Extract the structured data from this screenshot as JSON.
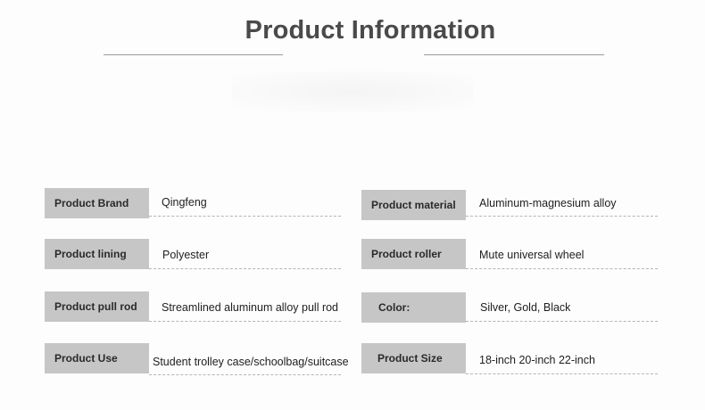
{
  "header": {
    "title": "Product Information"
  },
  "rows": [
    {
      "left": {
        "label": "Product Brand",
        "value": "Qingfeng"
      },
      "right": {
        "label": "Product material",
        "value": "Aluminum-magnesium alloy"
      }
    },
    {
      "left": {
        "label": "Product lining",
        "value": "Polyester"
      },
      "right": {
        "label": "Product roller",
        "value": "Mute universal wheel"
      }
    },
    {
      "left": {
        "label": "Product pull rod",
        "value": "Streamlined aluminum alloy pull rod"
      },
      "right": {
        "label": "Color:",
        "value": "Silver, Gold, Black"
      }
    },
    {
      "left": {
        "label": "Product Use",
        "value": "Student trolley case/schoolbag/suitcase"
      },
      "right": {
        "label": "Product Size",
        "value": "18-inch 20-inch 22-inch"
      }
    }
  ]
}
